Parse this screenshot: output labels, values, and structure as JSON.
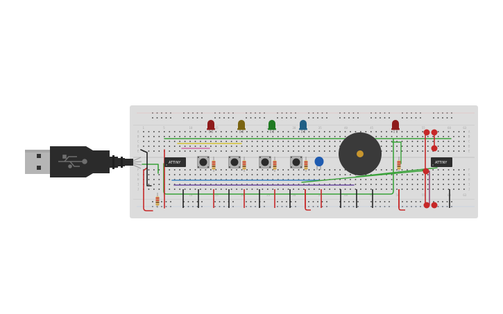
{
  "scene": {
    "background": "#ffffff",
    "breadboard_color": "#dcdcdc",
    "hole_color": "#3c3c3c",
    "rail_red": "#c62828",
    "rail_blue": "#2a6fb5"
  },
  "chips": [
    {
      "label": "ATTINY"
    },
    {
      "label": "ATTINY"
    }
  ],
  "column_labels": [
    "1",
    "5",
    "10",
    "15",
    "20",
    "25",
    "30",
    "35",
    "40",
    "45",
    "50",
    "55",
    "60",
    "63"
  ],
  "row_labels_top": [
    "A",
    "B",
    "C",
    "D",
    "E"
  ],
  "row_labels_bottom": [
    "F",
    "G",
    "H",
    "I",
    "J"
  ],
  "components": {
    "usb_plug": "usb-icon",
    "leds": [
      {
        "color": "#8e1b1b"
      },
      {
        "color": "#7a6412"
      },
      {
        "color": "#1f7a22"
      },
      {
        "color": "#1f5f85"
      },
      {
        "color": "#8e1b1b"
      }
    ],
    "buttons": 4,
    "buzzer": {
      "color": "#3a3a3a",
      "center_color": "#c8962e"
    },
    "capacitor": {
      "color": "#1e5bb0"
    }
  }
}
